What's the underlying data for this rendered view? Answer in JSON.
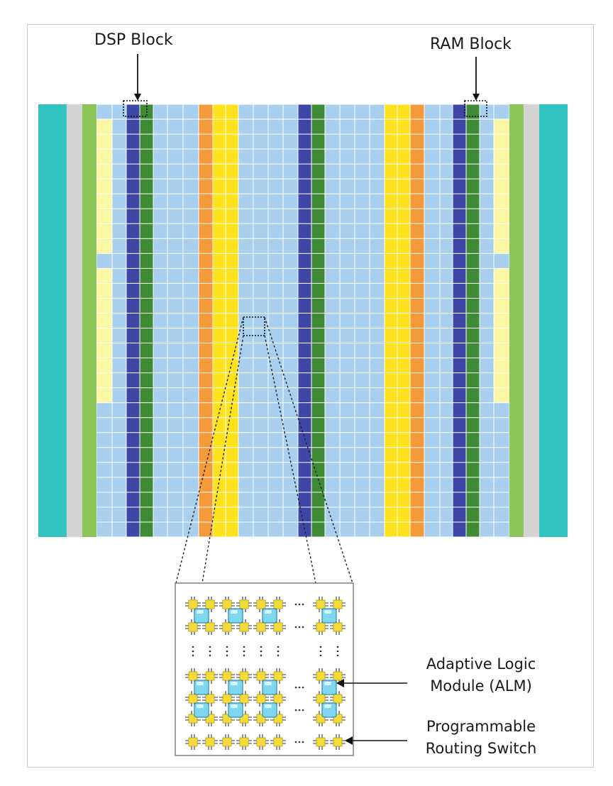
{
  "labels": {
    "dsp_block": "DSP Block",
    "ram_block": "RAM Block",
    "alm_line1": "Adaptive Logic",
    "alm_line2": "Module (ALM)",
    "switch_line1": "Programmable",
    "switch_line2": "Routing Switch"
  },
  "colors": {
    "io_teal": "#33c3c0",
    "io_gray": "#d4d4d4",
    "lime": "#8cc55a",
    "pale_yellow": "#fbf7a3",
    "logic_blue": "#a9cfee",
    "dsp_navy": "#3f47a6",
    "ram_green": "#3e8a35",
    "orange": "#f59a3b",
    "yellow": "#fde21c",
    "alm_cyan": "#7fd6ee",
    "switch_yellow": "#f3dc3a"
  },
  "fabric_columns": [
    "io_teal",
    "io_gray",
    "lime",
    "pale_yellow",
    "logic_blue",
    "dsp_navy",
    "ram_green",
    "logic_blue",
    "logic_blue",
    "logic_blue",
    "orange",
    "yellow",
    "yellow",
    "logic_blue",
    "logic_blue",
    "logic_blue",
    "logic_blue",
    "dsp_navy",
    "ram_green",
    "logic_blue",
    "logic_blue",
    "logic_blue",
    "logic_blue",
    "yellow",
    "yellow",
    "orange",
    "logic_blue",
    "logic_blue",
    "dsp_navy",
    "ram_green",
    "logic_blue",
    "pale_yellow",
    "lime",
    "io_gray",
    "io_teal"
  ]
}
